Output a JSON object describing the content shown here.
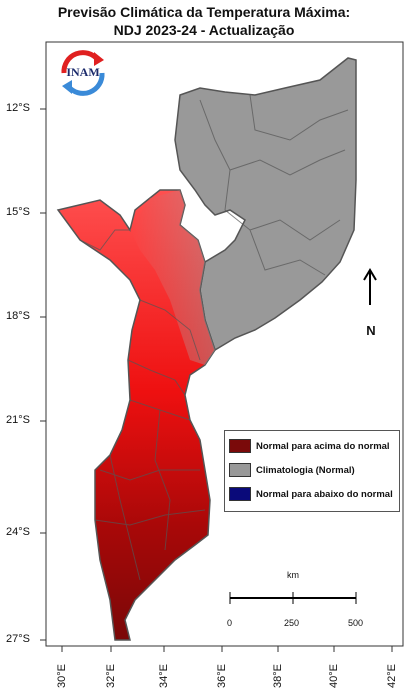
{
  "title": {
    "line1": "Previsão Climática da Temperatura Máxima:",
    "line2": "NDJ 2023-24 - Actualização"
  },
  "logo": {
    "text": "INAM"
  },
  "axes": {
    "lat_labels": [
      "12°S",
      "15°S",
      "18°S",
      "21°S",
      "24°S",
      "27°S"
    ],
    "lon_labels": [
      "30°E",
      "32°E",
      "34°E",
      "36°E",
      "38°E",
      "40°E",
      "42°E"
    ]
  },
  "legend": {
    "items": [
      {
        "label": "Normal para acima do normal",
        "color": "#7a0a0a"
      },
      {
        "label": "Climatologia (Normal)",
        "color": "#999999"
      },
      {
        "label": "Normal para abaixo do normal",
        "color": "#0a0a7a"
      }
    ]
  },
  "north_arrow": {
    "label": "N"
  },
  "scale_bar": {
    "unit": "km",
    "ticks": [
      "0",
      "250",
      "500"
    ]
  },
  "colors": {
    "above_normal": "#7a0a0a",
    "normal": "#999999",
    "below_normal": "#0a0a7a",
    "red_gradient_light": "#ff3030"
  }
}
